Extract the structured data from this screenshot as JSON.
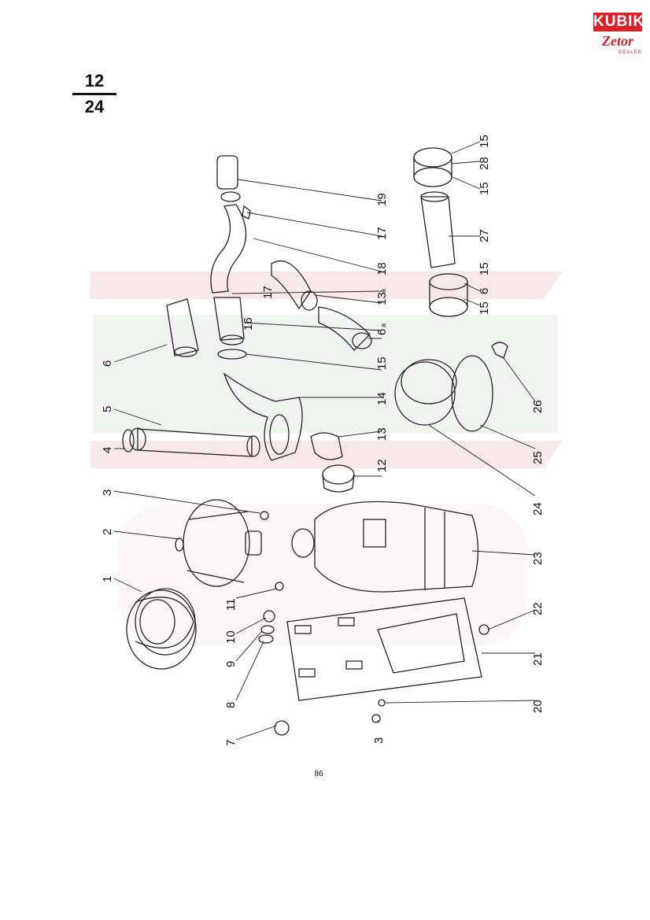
{
  "logo": {
    "brand": "KUBIK",
    "partner": "Zetor",
    "partner_sub": "DEALER"
  },
  "fraction": {
    "numerator": "12",
    "denominator": "24"
  },
  "page_number": "86",
  "callouts": {
    "c1": "1",
    "c2": "2",
    "c3a": "3",
    "c3b": "3",
    "c4": "4",
    "c5": "5",
    "c6": "6",
    "c7": "7",
    "c8": "8",
    "c9": "9",
    "c10": "10",
    "c11": "11",
    "c12": "12",
    "c13": "13",
    "c14": "14",
    "c15a": "15",
    "c16": "16",
    "c17a": "17",
    "c18": "18",
    "c17b": "17",
    "c19": "19",
    "c13a": "13",
    "c13a_sub": "a",
    "c6a": "6",
    "c6a_sub": "a",
    "c15b": "15",
    "c6b": "6",
    "c15c": "15",
    "c27": "27",
    "c15d": "15",
    "c28": "28",
    "c15e": "15",
    "c26": "26",
    "c25": "25",
    "c24": "24",
    "c23": "23",
    "c22": "22",
    "c21": "21",
    "c20": "20"
  },
  "colors": {
    "logo_red": "#d8232a",
    "line": "#222222",
    "watermark": "#e9efe9",
    "watermark_red": "#f7e3e3"
  }
}
